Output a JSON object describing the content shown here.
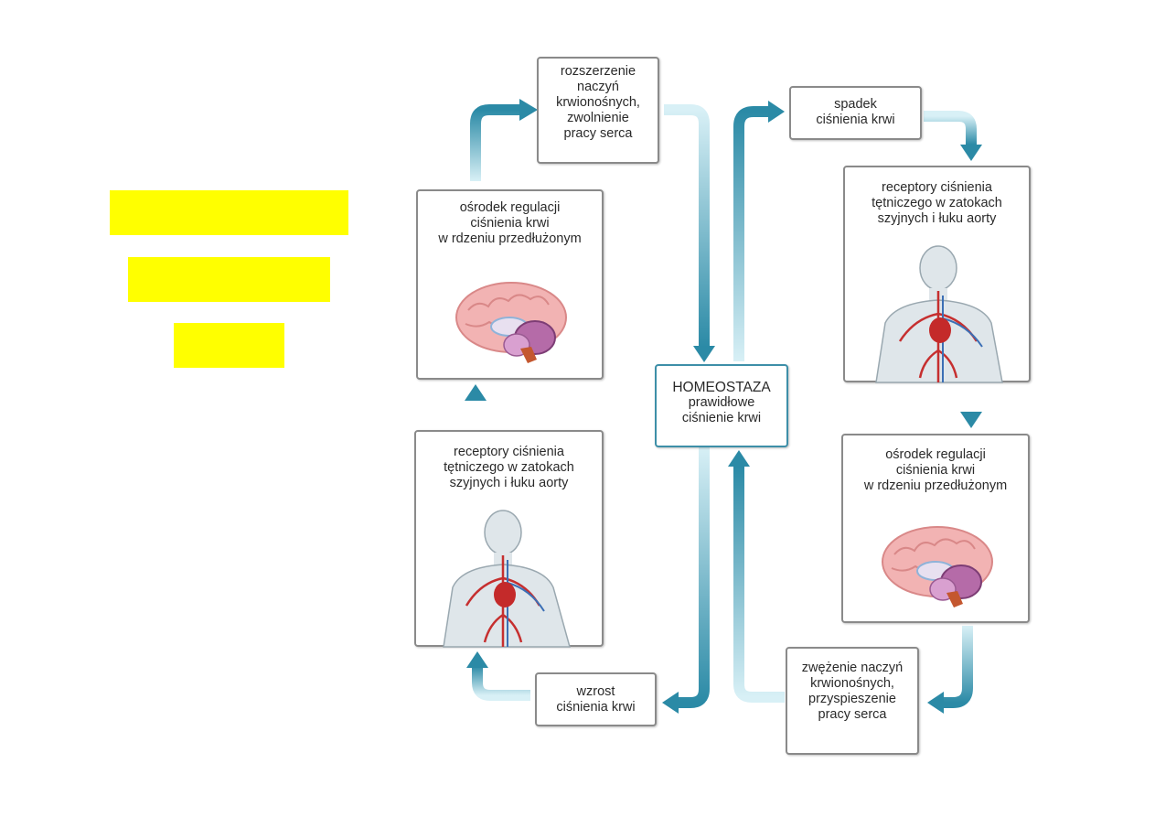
{
  "highlight_colors": {
    "marker": "#ffff00",
    "arrow": "#2b8aa6",
    "arrow_light": "#bfe6f0"
  },
  "center": {
    "lines": [
      "HOMEOSTAZA",
      "prawidłowe",
      "ciśnienie krwi"
    ]
  },
  "left_cycle": {
    "top": {
      "lines": [
        "rozszerzenie",
        "naczyń",
        "krwionośnych,",
        "zwolnienie",
        "pracy serca"
      ]
    },
    "center_node": {
      "lines": [
        "ośrodek regulacji",
        "ciśnienia krwi",
        "w rdzeniu przedłużonym"
      ],
      "icon": "brain-icon"
    },
    "receptors": {
      "lines": [
        "receptory ciśnienia",
        "tętniczego w zatokach",
        "szyjnych i łuku aorty"
      ],
      "icon": "human-body-icon"
    },
    "stimulus": {
      "lines": [
        "wzrost",
        "ciśnienia krwi"
      ]
    }
  },
  "right_cycle": {
    "stimulus": {
      "lines": [
        "spadek",
        "ciśnienia krwi"
      ]
    },
    "receptors": {
      "lines": [
        "receptory ciśnienia",
        "tętniczego w zatokach",
        "szyjnych i łuku aorty"
      ],
      "icon": "human-body-icon"
    },
    "center_node": {
      "lines": [
        "ośrodek regulacji",
        "ciśnienia krwi",
        "w rdzeniu przedłużonym"
      ],
      "icon": "brain-icon"
    },
    "effector": {
      "lines": [
        "zwężenie naczyń",
        "krwionośnych,",
        "przyspieszenie",
        "pracy serca"
      ]
    }
  }
}
